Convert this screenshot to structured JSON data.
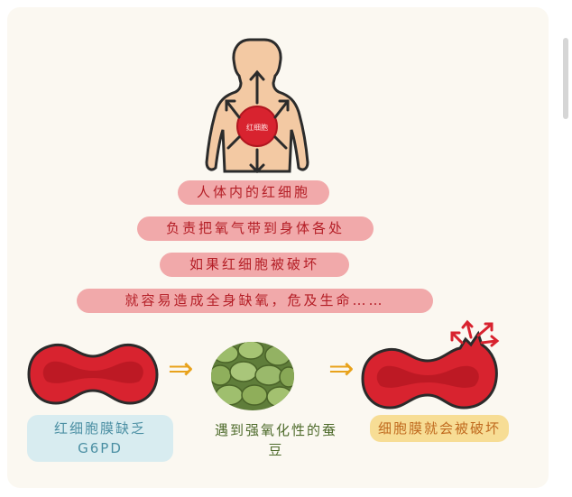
{
  "body_figure": {
    "label": "红细胞"
  },
  "statements": [
    "人体内的红细胞",
    "负责把氧气带到身体各处",
    "如果红细胞被破坏",
    "就容易造成全身缺氧，危及生命……"
  ],
  "captions": {
    "left": "红细胞膜缺乏 G6PD",
    "middle": "遇到强氧化性的蚕豆",
    "right": "细胞膜就会被破坏"
  },
  "arrows": {
    "glyph": "⇒"
  },
  "colors": {
    "pill_bg": "#f1a9aa",
    "pill_text": "#b41e26",
    "cell_red": "#d8232f",
    "arrow_orange": "#e8a21b",
    "bean_green": "#8fae5a"
  },
  "icons": [
    "human-body-icon",
    "red-blood-cell-icon",
    "fava-bean-photo",
    "ruptured-cell-icon",
    "arrow-icon"
  ]
}
